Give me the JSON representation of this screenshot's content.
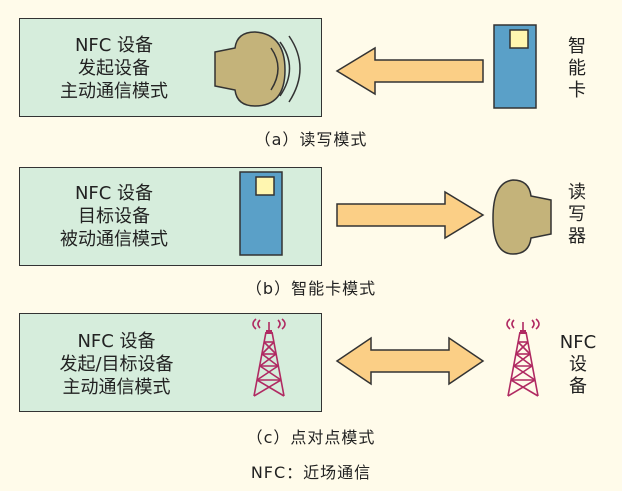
{
  "panels": [
    {
      "lines": [
        "NFC 设备",
        "发起设备",
        "主动通信模式"
      ],
      "caption": "（a）读写模式",
      "side_label": [
        "智",
        "能",
        "卡"
      ]
    },
    {
      "lines": [
        "NFC 设备",
        "目标设备",
        "被动通信模式"
      ],
      "caption": "（b）智能卡模式",
      "side_label": [
        "读",
        "写",
        "器"
      ]
    },
    {
      "lines": [
        "NFC 设备",
        "发起/目标设备",
        "主动通信模式"
      ],
      "caption": "（c）点对点模式",
      "side_label": [
        "NFC",
        "设",
        "备"
      ]
    }
  ],
  "footer": "NFC：近场通信",
  "colors": {
    "panel": "#d6eddc",
    "card": "#5aa0c8",
    "chip": "#fff6b0",
    "reader": "#c4b37a",
    "arrow": "#fbcf86",
    "tower": "#b02a62"
  }
}
